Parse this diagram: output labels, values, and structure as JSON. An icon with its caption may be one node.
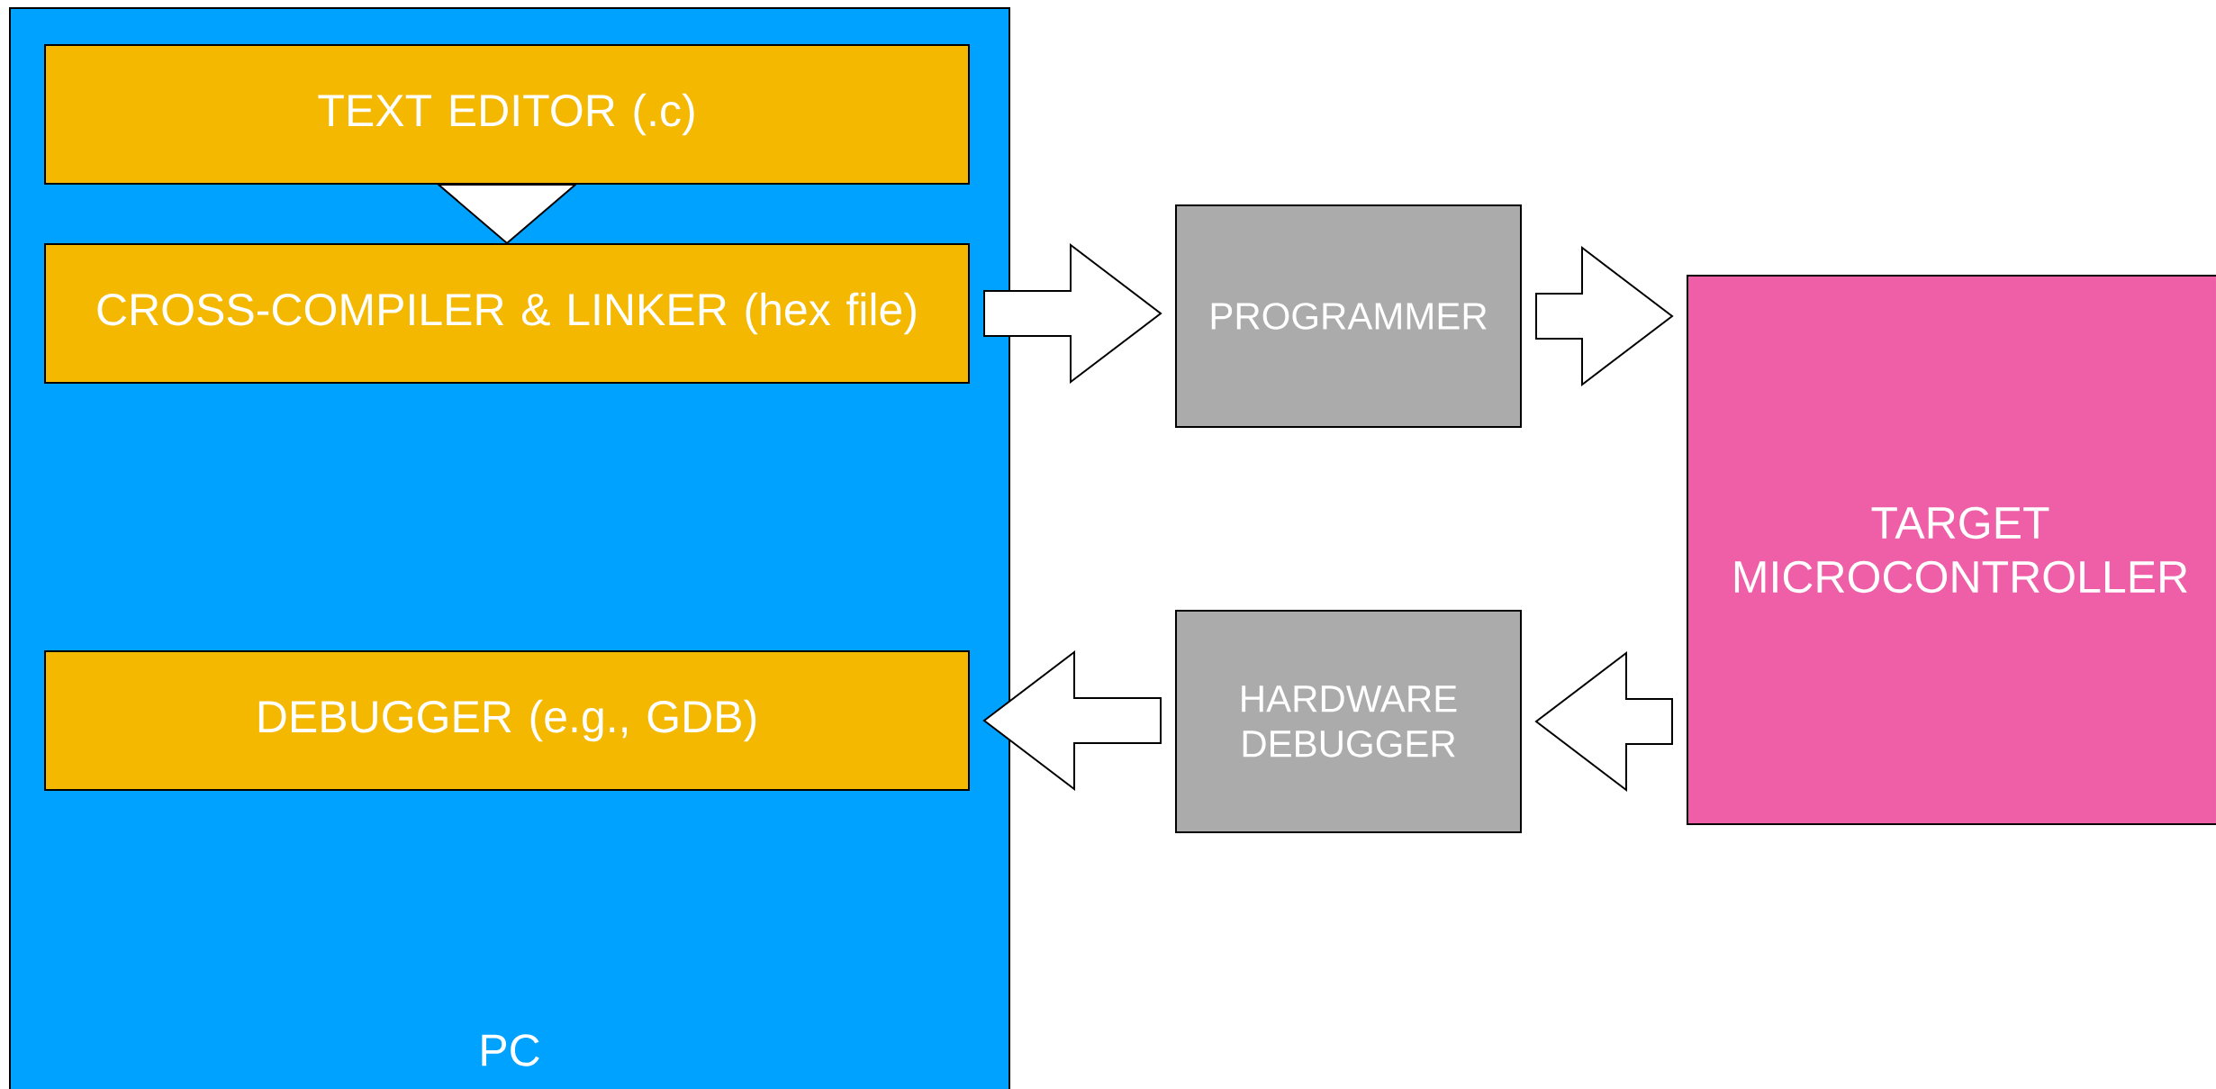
{
  "diagram": {
    "nodes": [
      {
        "text": [
          "PC"
        ]
      },
      {
        "text": [
          "TEXT EDITOR (.c)"
        ],
        "in": 0
      },
      {
        "text": [
          "CROSS-COMPILER & LINKER (hex file)"
        ],
        "in": 0
      },
      {
        "text": [
          "DEBUGGER (e.g., GDB)"
        ],
        "in": 0
      },
      {
        "text": [
          "PROGRAMMER"
        ]
      },
      {
        "text": [
          "HARDWARE DEBUGGER"
        ]
      },
      {
        "text": [
          "TARGET MICROCONTROLLER"
        ]
      }
    ],
    "edges": [
      {
        "from": 1,
        "to": 2,
        "arrow": "to"
      },
      {
        "from": 2,
        "to": 4,
        "arrow": "to"
      },
      {
        "from": 4,
        "to": 6,
        "arrow": "to"
      },
      {
        "from": 6,
        "to": 5,
        "arrow": "to"
      },
      {
        "from": 5,
        "to": 3,
        "arrow": "to"
      }
    ]
  }
}
